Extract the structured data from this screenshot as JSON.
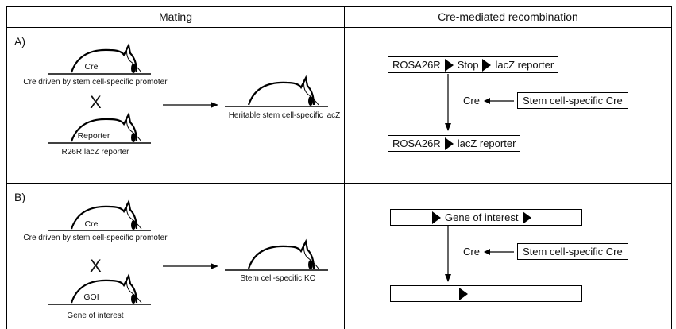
{
  "headers": {
    "mating": "Mating",
    "recombination": "Cre-mediated recombination"
  },
  "panel_a": {
    "label": "A)",
    "mouse1_text": "Cre",
    "mouse1_caption": "Cre driven by stem cell-specific promoter",
    "cross": "X",
    "mouse2_text": "Reporter",
    "mouse2_caption": "R26R lacZ reporter",
    "offspring_caption": "Heritable stem cell-specific lacZ",
    "top_construct": [
      "ROSA26R",
      "Stop",
      "lacZ reporter"
    ],
    "cre_label": "Cre",
    "cre_box": "Stem cell-specific Cre",
    "bottom_construct": [
      "ROSA26R",
      "lacZ reporter"
    ]
  },
  "panel_b": {
    "label": "B)",
    "mouse1_text": "Cre",
    "mouse1_caption": "Cre driven by stem cell-specific promoter",
    "cross": "X",
    "mouse2_text": "GOI",
    "mouse2_caption": "Gene of interest",
    "offspring_caption": "Stem cell-specific KO",
    "top_construct_text": "Gene of interest",
    "cre_label": "Cre",
    "cre_box": "Stem cell-specific Cre"
  }
}
